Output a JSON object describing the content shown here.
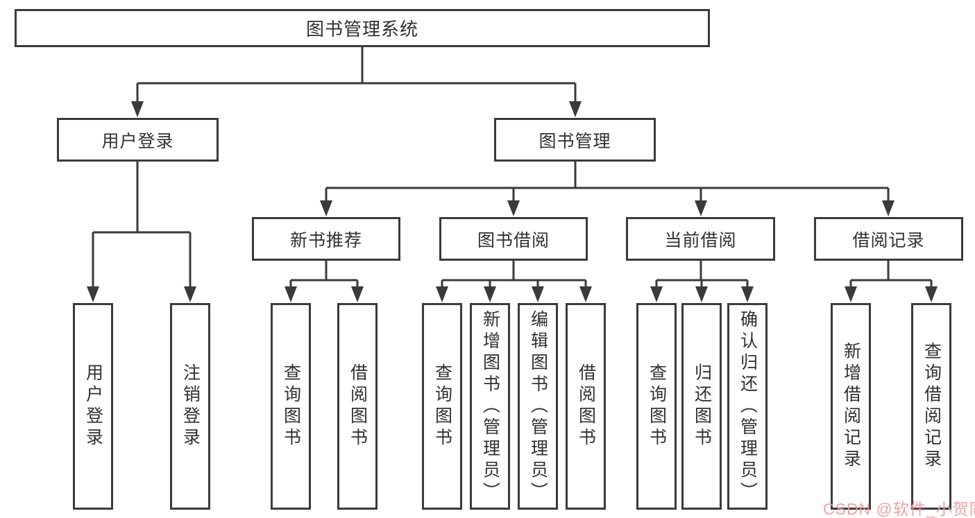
{
  "diagram": {
    "root": {
      "label": "图书管理系统"
    },
    "branches": [
      {
        "label": "用户登录",
        "children": [
          {
            "label": "用户登录"
          },
          {
            "label": "注销登录"
          }
        ]
      },
      {
        "label": "图书管理",
        "groups": [
          {
            "label": "新书推荐",
            "children": [
              {
                "label": "查询图书"
              },
              {
                "label": "借阅图书"
              }
            ]
          },
          {
            "label": "图书借阅",
            "children": [
              {
                "label": "查询图书"
              },
              {
                "label": "新增图书（管理员）"
              },
              {
                "label": "编辑图书（管理员）"
              },
              {
                "label": "借阅图书"
              }
            ]
          },
          {
            "label": "当前借阅",
            "children": [
              {
                "label": "查询图书"
              },
              {
                "label": "归还图书"
              },
              {
                "label": "确认归还（管理员）"
              }
            ]
          },
          {
            "label": "借阅记录",
            "children": [
              {
                "label": "新增借阅记录"
              },
              {
                "label": "查询借阅记录"
              }
            ]
          }
        ]
      }
    ]
  },
  "colors": {
    "line": "#3a3a3c",
    "text": "#303032",
    "background": "#ffffff",
    "watermark": "#eb9e9e"
  },
  "watermark": {
    "text": "CSDN @软件_小贺同学"
  }
}
